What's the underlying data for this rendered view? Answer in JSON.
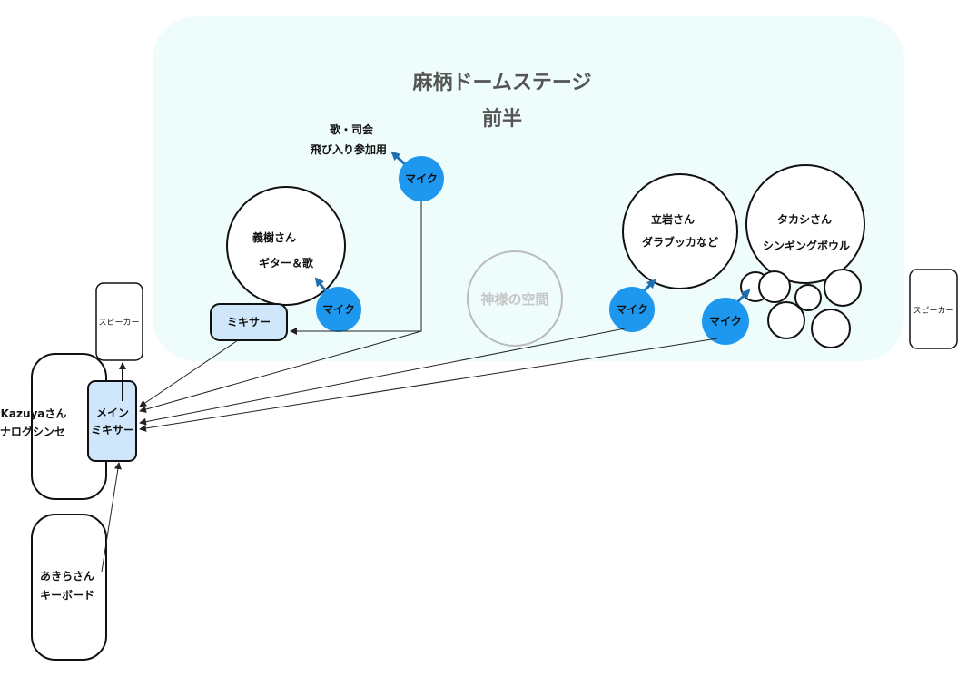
{
  "stage": {
    "title_line1": "麻柄ドームステージ",
    "title_line2": "前半",
    "fill": "#eefdfc"
  },
  "colors": {
    "mic": "#1d98ee",
    "mixer": "#cfe6fb",
    "line": "#222222",
    "shrine": "#bbbbbb"
  },
  "open_mic": {
    "label_line1": "歌・司会",
    "label_line2": "飛び入り参加用",
    "mic": "マイク"
  },
  "yoshiki": {
    "label_line1": "義樹さん",
    "label_line2": "ギター＆歌",
    "mic": "マイク"
  },
  "stage_mixer": {
    "label": "ミキサー"
  },
  "shrine": {
    "label": "神様の空間"
  },
  "tateiwa": {
    "label_line1": "立岩さん",
    "label_line2": "ダラブッカなど",
    "mic": "マイク"
  },
  "takashi": {
    "label_line1": "タカシさん",
    "label_line2": "シンギングボウル",
    "mic": "マイク"
  },
  "speaker_left": {
    "label": "スピーカー"
  },
  "speaker_right": {
    "label": "スピーカー"
  },
  "main_mixer": {
    "label_line1": "メイン",
    "label_line2": "ミキサー"
  },
  "kazuya": {
    "label_line1": "Kazuyaさん",
    "label_line2": "アナログシンセ"
  },
  "akira": {
    "label_line1": "あきらさん",
    "label_line2": "キーボード"
  }
}
